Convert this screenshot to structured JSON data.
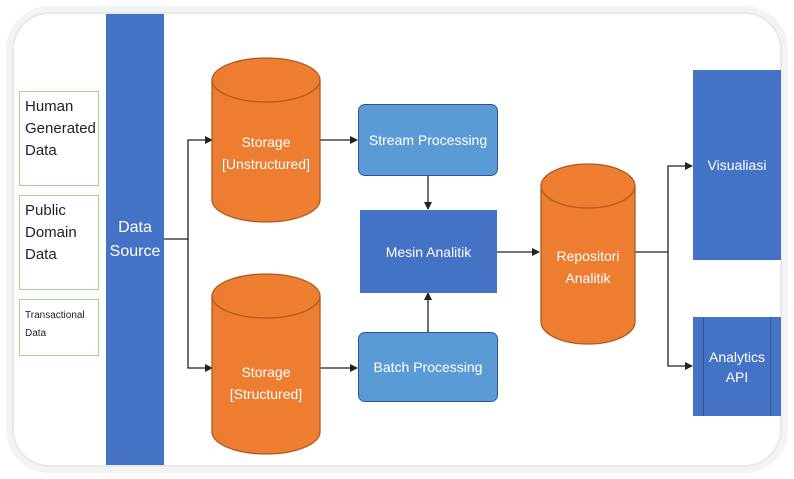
{
  "sources": {
    "human": [
      "Human",
      "Generated",
      "Data"
    ],
    "public": [
      "Public",
      "Domain",
      "Data"
    ],
    "transactional": [
      "Transactional",
      "Data"
    ]
  },
  "data_source": "Data\nSource",
  "storage_unstructured": [
    "Storage",
    "[Unstructured]"
  ],
  "storage_structured": [
    "Storage",
    "[Structured]"
  ],
  "stream_processing": "Stream Processing",
  "batch_processing": "Batch Processing",
  "engine": "Mesin Analitik",
  "repository": [
    "Repositori",
    "Analitik"
  ],
  "visualization": "Visualiasi",
  "api": [
    "Analytics",
    "API"
  ],
  "colors": {
    "cylinder": "#ed7d31",
    "cylinder_stroke": "#ae5a21",
    "blue_dark": "#4472c4",
    "blue_light": "#5b9bd5",
    "source_border": "#a9d18e"
  }
}
